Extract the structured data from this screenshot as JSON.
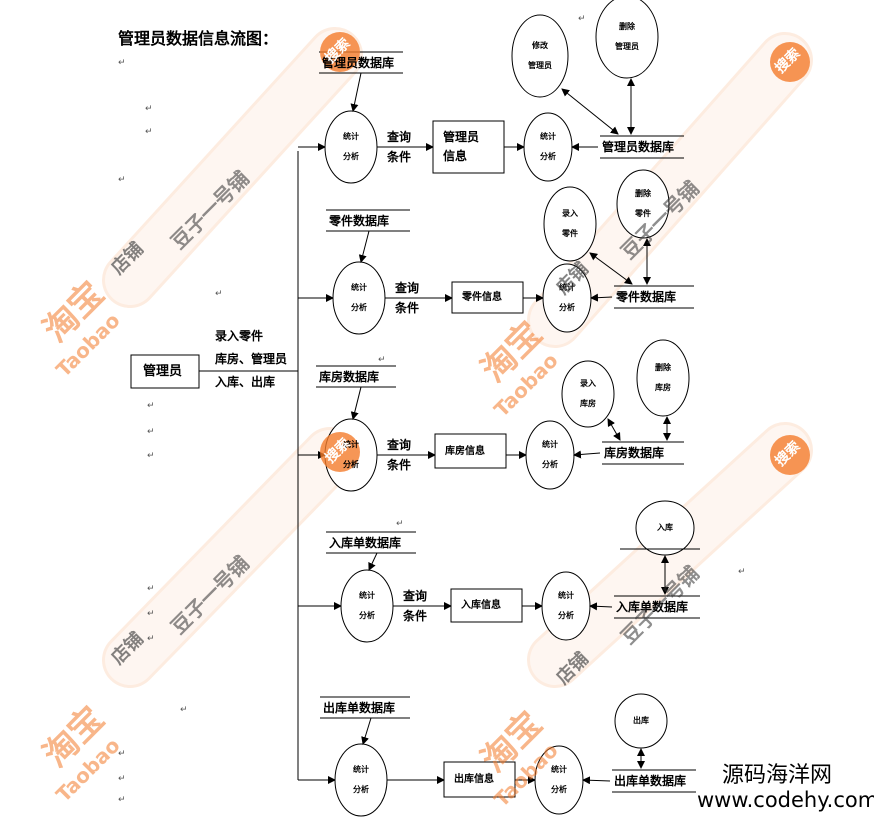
{
  "title": "管理员数据信息流图：",
  "paragraph_mark": "↵",
  "admin_label": "管理员",
  "admin_actions": [
    "录入零件",
    "库房、管理员",
    "入库、出库"
  ],
  "circle_label": [
    "统计",
    "分析"
  ],
  "query_label": [
    "查询",
    "条件"
  ],
  "rows": [
    {
      "source_db": "管理员数据库",
      "box": [
        "管理员",
        "信息"
      ],
      "has_query": true,
      "target_db": "管理员数据库",
      "ops": [
        [
          "修改",
          "管理员"
        ],
        [
          "删除",
          "管理员"
        ]
      ]
    },
    {
      "source_db": "零件数据库",
      "box": [
        "零件信息"
      ],
      "has_query": true,
      "target_db": "零件数据库",
      "ops": [
        [
          "录入",
          "零件"
        ],
        [
          "删除",
          "零件"
        ]
      ]
    },
    {
      "source_db": "库房数据库",
      "box": [
        "库房信息"
      ],
      "has_query": true,
      "target_db": "库房数据库",
      "ops": [
        [
          "录入",
          "库房"
        ],
        [
          "删除",
          "库房"
        ]
      ]
    },
    {
      "source_db": "入库单数据库",
      "box": [
        "入库信息"
      ],
      "has_query": true,
      "target_db": "入库单数据库",
      "ops": [
        [
          "入库"
        ]
      ]
    },
    {
      "source_db": "出库单数据库",
      "box": [
        "出库信息"
      ],
      "has_query": false,
      "target_db": "出库单数据库",
      "ops": [
        [
          "出库"
        ]
      ]
    }
  ],
  "watermark": {
    "taobao_cn": "淘宝",
    "taobao_en": "Taobao",
    "shop": "店铺",
    "shop_name": "豆子一号铺",
    "search": "搜索",
    "site_cn": "源码海洋网",
    "site_url": "www.codehy.com",
    "colors": {
      "orange": "#f47c2c",
      "pale": "#f9c9a6"
    }
  }
}
